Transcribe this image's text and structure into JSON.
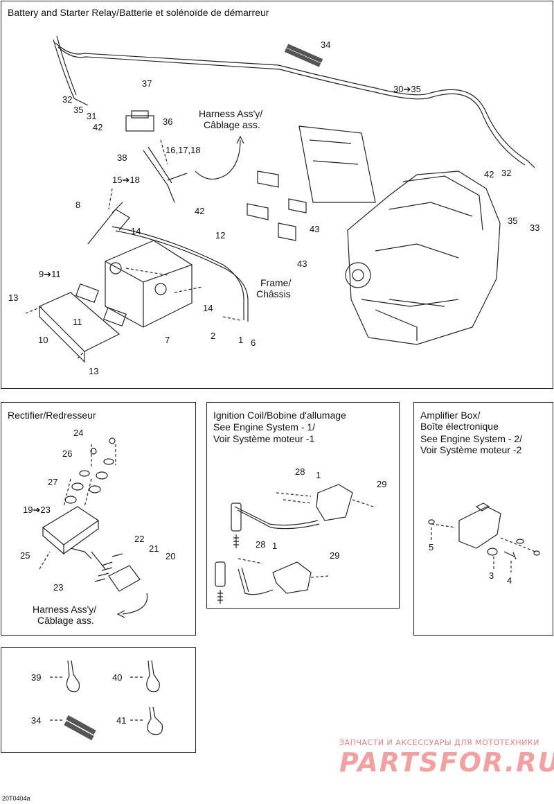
{
  "panels": {
    "battery": {
      "title": "Battery and Starter Relay/Batterie et solénoïde de démarreur"
    },
    "rectifier": {
      "title": "Rectifier/Redresseur"
    },
    "ignition": {
      "title": "Ignition Coil/Bobine d'allumage",
      "line2": "See Engine System - 1/",
      "line3": "Voir Système moteur -1"
    },
    "amplifier": {
      "title": "Amplifier Box/",
      "line2": "Boîte électronique",
      "line3": "See Engine System - 2/",
      "line4": "Voir Système moteur -2"
    }
  },
  "notes": {
    "harness1": "Harness Ass'y/",
    "harness2": "Câblage ass.",
    "frame1": "Frame/",
    "frame2": "Châssis"
  },
  "labels": {
    "battery": [
      "34",
      "30➔35",
      "37",
      "32",
      "35",
      "31",
      "42",
      "36",
      "38",
      "16,17,18",
      "15➔18",
      "42",
      "42",
      "32",
      "35",
      "33",
      "8",
      "14",
      "12",
      "43",
      "43",
      "9➔11",
      "13",
      "11",
      "10",
      "14",
      "2",
      "1",
      "6",
      "7",
      "13"
    ],
    "rectifier": [
      "24",
      "26",
      "27",
      "19➔23",
      "22",
      "21",
      "20",
      "25",
      "23"
    ],
    "ignition": [
      "28",
      "1",
      "29",
      "28",
      "1",
      "29"
    ],
    "amplifier": [
      "5",
      "3",
      "4"
    ],
    "clamps": [
      "39",
      "40",
      "34",
      "41"
    ]
  },
  "watermark": {
    "line1": "ЗАПЧАСТИ И АКСЕССУАРЫ ДЛЯ МОТОТЕХНИКИ",
    "line2": "PARTSFOR.RU"
  },
  "code": "20T0404a"
}
